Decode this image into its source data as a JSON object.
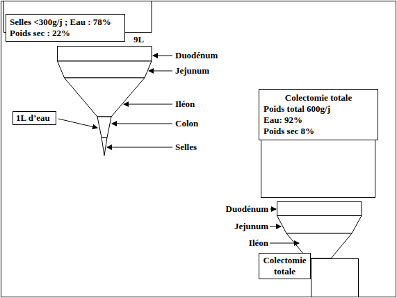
{
  "diagram": {
    "nodes": [
      {
        "text": [
          "Selles <300g/j ; Eau : 78%",
          "Poids sec : 22%"
        ]
      },
      {
        "text": [
          "1L d’eau"
        ]
      },
      {
        "text": [
          "Colectomie totale",
          "Poids total 600g/j",
          "Eau: 92%",
          "Poids sec 8%"
        ]
      },
      {
        "text": [
          "Colectomie totale"
        ]
      }
    ],
    "labels": [
      "9L",
      "Duodénum",
      "Jejunum",
      "Iléon",
      "Colon",
      "Selles",
      "Duodénum",
      "Jejunum",
      "Iléon"
    ]
  }
}
